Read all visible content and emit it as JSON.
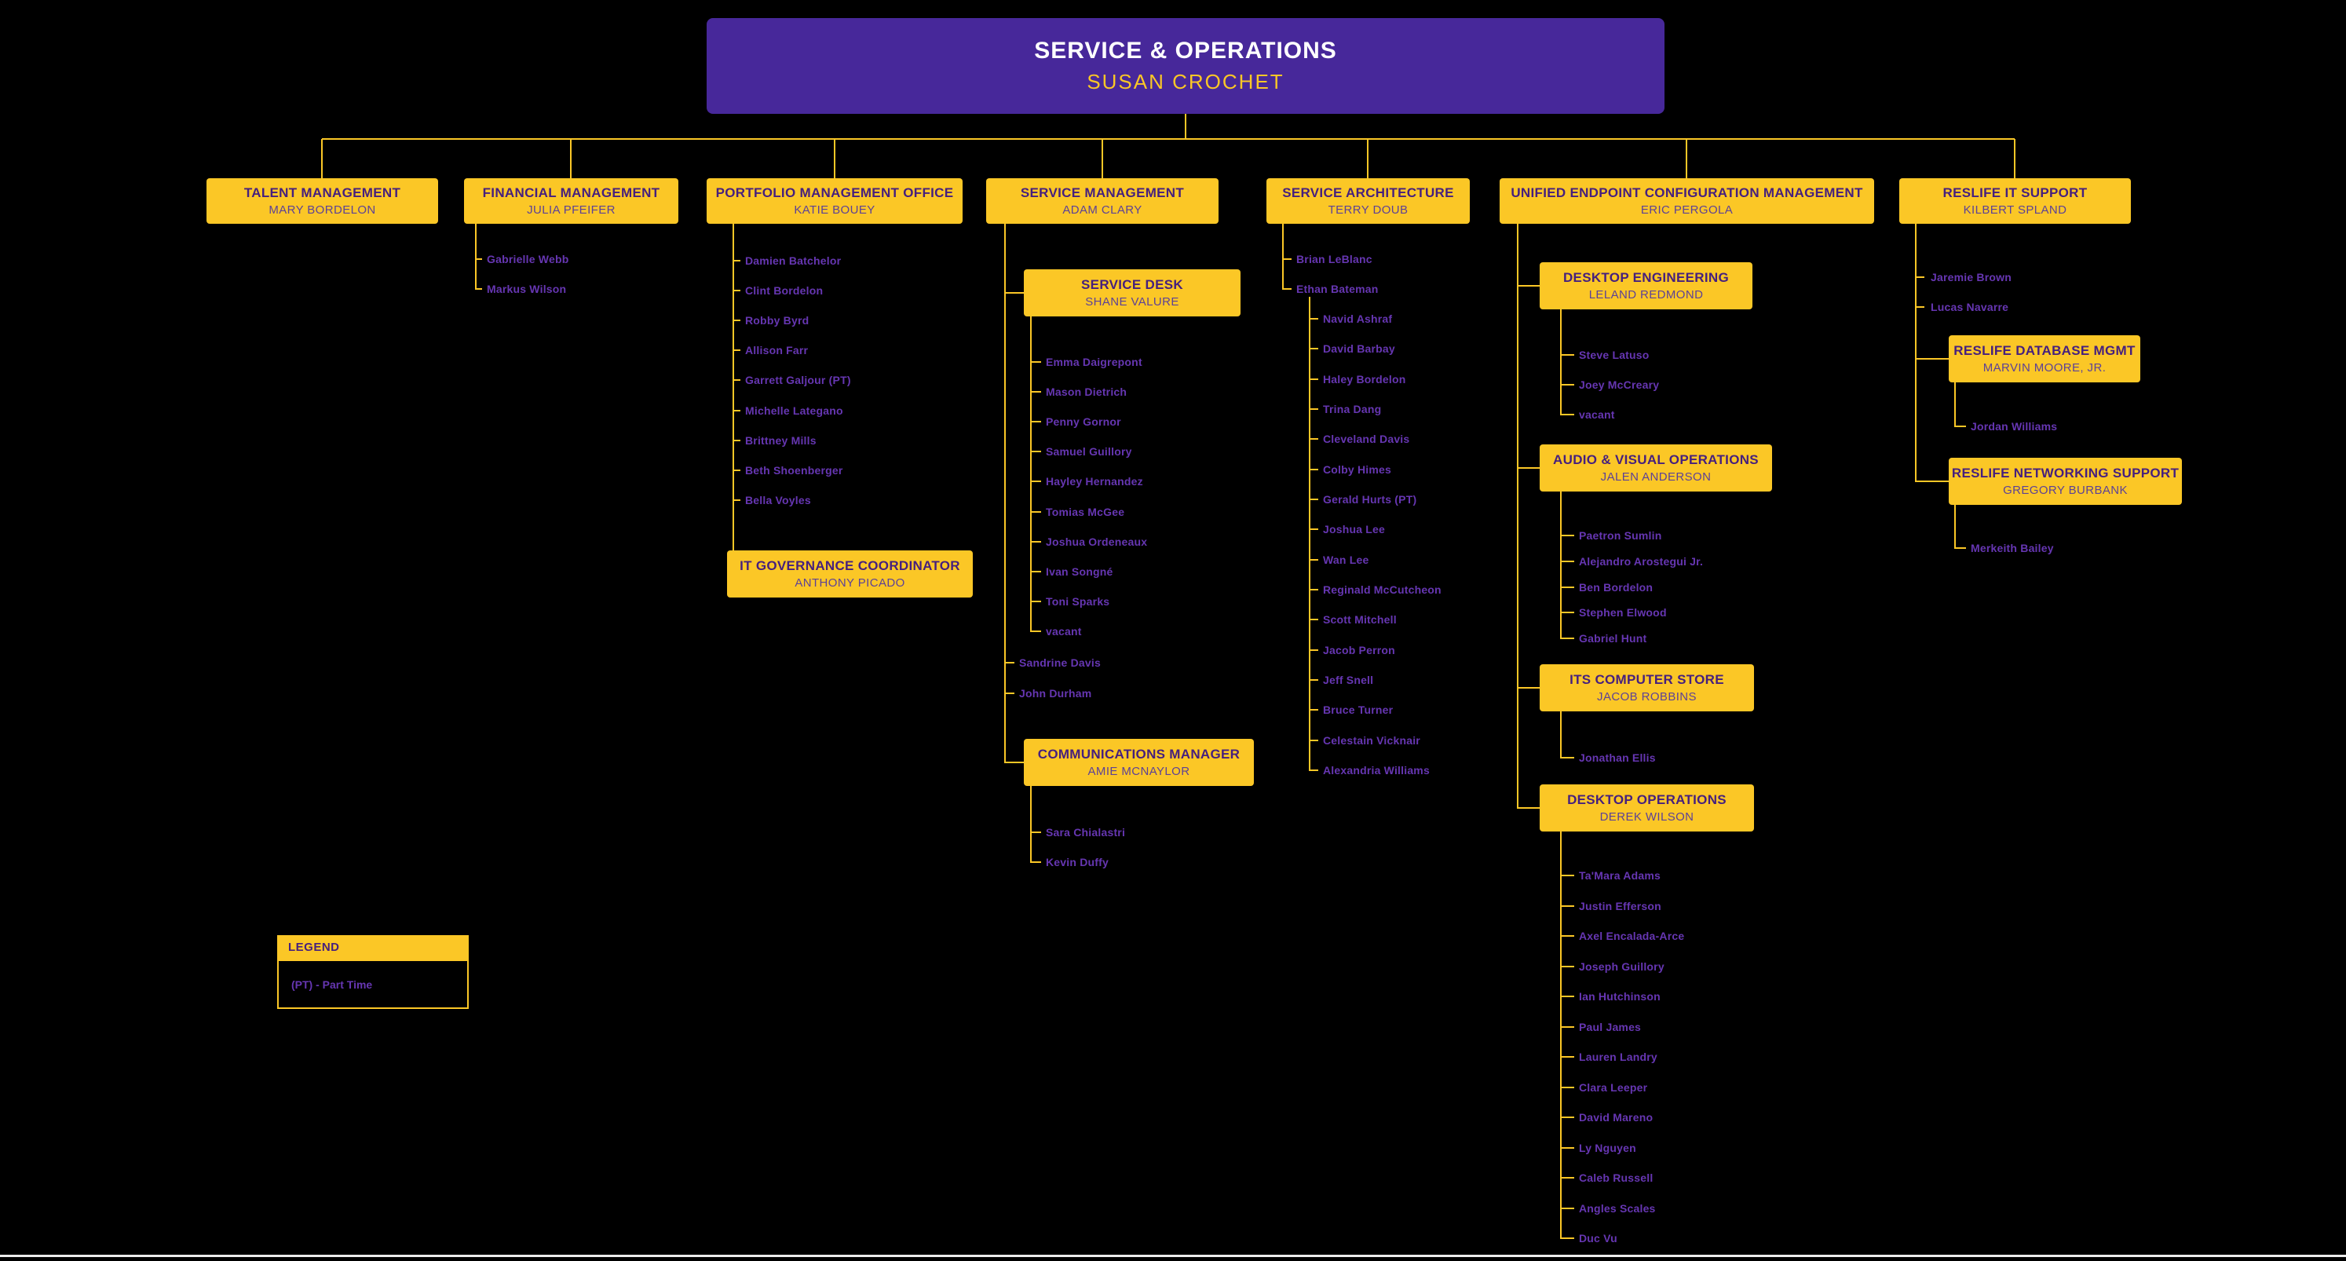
{
  "colors": {
    "background": "#000000",
    "gold": "#FBC726",
    "root_purple": "#47289A",
    "box_title_purple": "#451F7E",
    "box_name_purple": "#5C4197",
    "member_purple": "#6636B2",
    "root_title_white": "#FFFFFF",
    "page_edge": "#ECECEC"
  },
  "chart": {
    "root": {
      "title": "SERVICE & OPERATIONS",
      "name": "SUSAN CROCHET"
    },
    "departments": [
      {
        "title": "TALENT MANAGEMENT",
        "name": "MARY BORDELON",
        "members": []
      },
      {
        "title": "FINANCIAL MANAGEMENT",
        "name": "JULIA PFEIFER",
        "members": [
          "Gabrielle Webb",
          "Markus Wilson"
        ]
      },
      {
        "title": "PORTFOLIO MANAGEMENT OFFICE",
        "name": "KATIE BOUEY",
        "members": [
          "Damien Batchelor",
          "Clint Bordelon",
          "Robby Byrd",
          "Allison Farr",
          "Garrett Galjour (PT)",
          "Michelle Lategano",
          "Brittney Mills",
          "Beth Shoenberger",
          "Bella Voyles"
        ],
        "subunits": [
          {
            "title": "IT GOVERNANCE COORDINATOR",
            "name": "ANTHONY PICADO",
            "members": []
          }
        ]
      },
      {
        "title": "SERVICE MANAGEMENT",
        "name": "ADAM CLARY",
        "members": [
          "Sandrine Davis",
          "John Durham"
        ],
        "subunits": [
          {
            "title": "SERVICE DESK",
            "name": "SHANE VALURE",
            "members": [
              "Emma Daigrepont",
              "Mason Dietrich",
              "Penny Gornor",
              "Samuel Guillory",
              "Hayley Hernandez",
              "Tomias McGee",
              "Joshua Ordeneaux",
              "Ivan Songné",
              "Toni Sparks",
              "vacant"
            ]
          },
          {
            "title": "COMMUNICATIONS MANAGER",
            "name": "AMIE MCNAYLOR",
            "members": [
              "Sara Chialastri",
              "Kevin Duffy"
            ]
          }
        ]
      },
      {
        "title": "SERVICE ARCHITECTURE",
        "name": "TERRY DOUB",
        "members": [
          "Brian LeBlanc",
          "Ethan Bateman"
        ],
        "team_members": [
          "Navid Ashraf",
          "David Barbay",
          "Haley Bordelon",
          "Trina Dang",
          "Cleveland Davis",
          "Colby Himes",
          "Gerald Hurts (PT)",
          "Joshua Lee",
          "Wan Lee",
          "Reginald McCutcheon",
          "Scott Mitchell",
          "Jacob Perron",
          "Jeff Snell",
          "Bruce Turner",
          "Celestain Vicknair",
          "Alexandria Williams"
        ]
      },
      {
        "title": "UNIFIED ENDPOINT CONFIGURATION MANAGEMENT",
        "name": "ERIC PERGOLA",
        "subunits": [
          {
            "title": "DESKTOP ENGINEERING",
            "name": "LELAND REDMOND",
            "members": [
              "Steve Latuso",
              "Joey McCreary",
              "vacant"
            ]
          },
          {
            "title": "AUDIO & VISUAL OPERATIONS",
            "name": "JALEN ANDERSON",
            "members": [
              "Paetron Sumlin",
              "Alejandro Arostegui Jr.",
              "Ben Bordelon",
              "Stephen Elwood",
              "Gabriel Hunt"
            ]
          },
          {
            "title": "ITS COMPUTER STORE",
            "name": "JACOB ROBBINS",
            "members": [
              "Jonathan Ellis"
            ]
          },
          {
            "title": "DESKTOP OPERATIONS",
            "name": "DEREK WILSON",
            "members": [
              "Ta'Mara Adams",
              "Justin Efferson",
              "Axel Encalada-Arce",
              "Joseph Guillory",
              "Ian Hutchinson",
              "Paul James",
              "Lauren Landry",
              "Clara Leeper",
              "David Mareno",
              "Ly Nguyen",
              "Caleb Russell",
              "Angles Scales",
              "Duc Vu"
            ]
          }
        ]
      },
      {
        "title": "RESLIFE IT SUPPORT",
        "name": "KILBERT SPLAND",
        "members": [
          "Jaremie Brown",
          "Lucas Navarre"
        ],
        "subunits": [
          {
            "title": "RESLIFE DATABASE MGMT",
            "name": "MARVIN MOORE, JR.",
            "members": [
              "Jordan Williams"
            ]
          },
          {
            "title": "RESLIFE NETWORKING SUPPORT",
            "name": "GREGORY BURBANK",
            "members": [
              "Merkeith Bailey"
            ]
          }
        ]
      }
    ],
    "legend": {
      "title": "LEGEND",
      "text": "(PT) - Part Time"
    }
  }
}
